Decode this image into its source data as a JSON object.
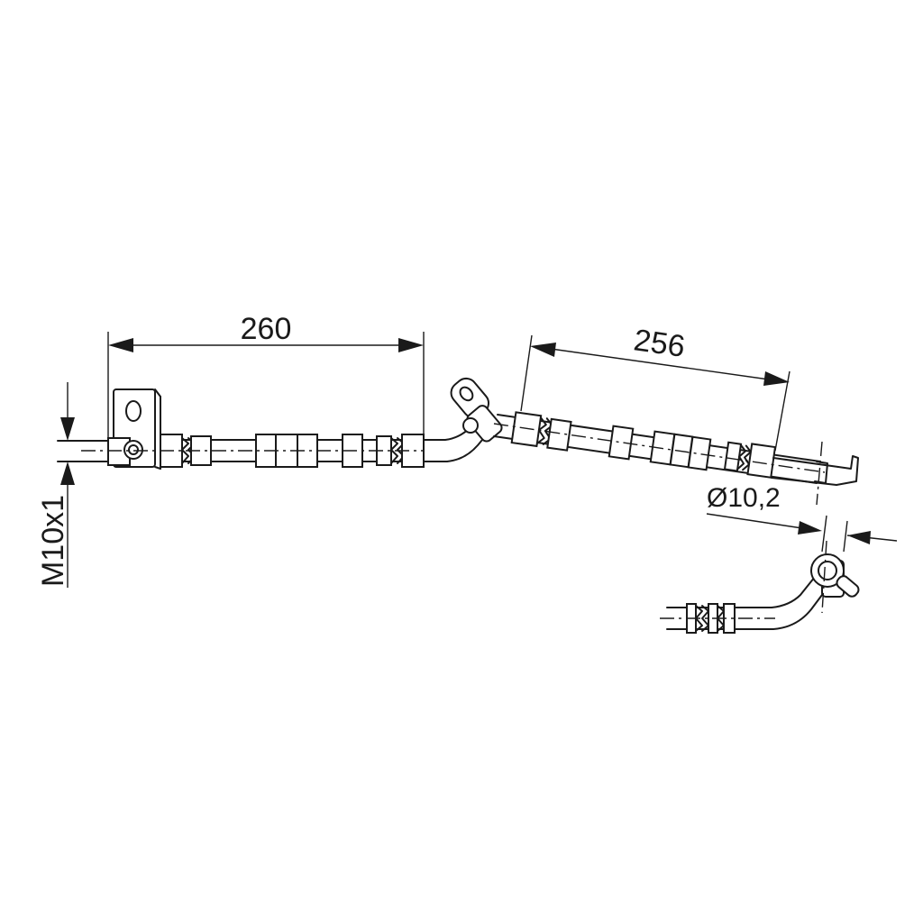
{
  "dimensions": {
    "length_left": "260",
    "length_right": "256",
    "diameter": "Ø10,2",
    "thread": "M10x1"
  },
  "colors": {
    "line": "#1a1a1a",
    "background": "#ffffff"
  }
}
